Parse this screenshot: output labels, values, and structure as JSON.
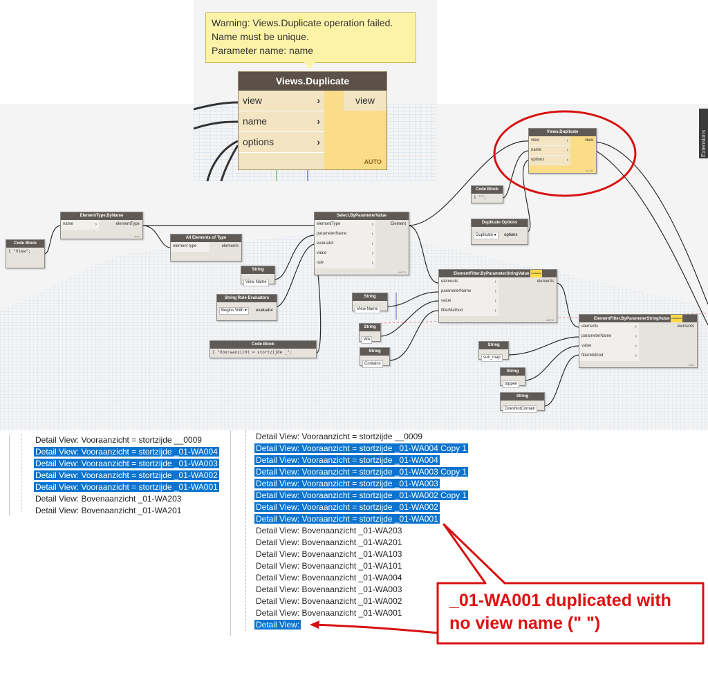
{
  "warning": {
    "lines": [
      "Warning: Views.Duplicate operation failed.",
      "Name must be unique.",
      "Parameter name: name"
    ]
  },
  "zoom_node": {
    "title": "Views.Duplicate",
    "inputs": [
      "view",
      "name",
      "options"
    ],
    "output": "view",
    "lacing": "AUTO"
  },
  "nodes": {
    "cb_view": {
      "title": "Code Block",
      "code": "1 \"View\";"
    },
    "et_byname": {
      "title": "ElementType.ByName",
      "in": "name",
      "out": "elementType",
      "lacing": "auto"
    },
    "all_elems": {
      "title": "All Elements of Type",
      "in": "element type",
      "out": "elements"
    },
    "select_bpv": {
      "title": "Select.ByParameterValue",
      "inputs": [
        "elementType",
        "parameterName",
        "evaluator",
        "value",
        "rule"
      ],
      "out": "Element",
      "lacing": "AUTO"
    },
    "str_viewname1": {
      "title": "String",
      "value": "View Name"
    },
    "rule_eval": {
      "title": "String Rule Evaluators",
      "selected": "Begins With",
      "out": "evaluator"
    },
    "cb_voor": {
      "title": "Code Block",
      "code": "1 \"Vooraanzicht = stortzijde _\";"
    },
    "cb_empty": {
      "title": "Code Block",
      "code": "1 \"\";"
    },
    "dup_opts": {
      "title": "Duplicate Options",
      "selected": "Duplicate",
      "out": "options"
    },
    "small_dup": {
      "title": "Views.Duplicate",
      "inputs": [
        "view",
        "name",
        "options"
      ],
      "out": "view",
      "lacing": "AUTO"
    },
    "ef1": {
      "title": "ElementFilter.ByParameterStringValue",
      "tag": "clockwork",
      "inputs": [
        "elements",
        "parameterName",
        "value",
        "filterMethod"
      ],
      "out": "elements",
      "lacing": "AUTO"
    },
    "ef2": {
      "title": "ElementFilter.ByParameterStringValue",
      "tag": "clockwork",
      "inputs": [
        "elements",
        "parameterName",
        "value",
        "filterMethod"
      ],
      "out": "elements",
      "lacing": "auto"
    },
    "str_viewname2": {
      "title": "String",
      "value": "View Name"
    },
    "str_wa": {
      "title": "String",
      "value": "WA"
    },
    "str_contains": {
      "title": "String",
      "value": "Contains"
    },
    "str_submap": {
      "title": "String",
      "value": "sub_map"
    },
    "str_toppen": {
      "title": "String",
      "value": "toppen"
    },
    "str_dnc": {
      "title": "String",
      "value": "DoesNotContain"
    }
  },
  "sidebar": {
    "extensions_label": "Extensions"
  },
  "tree_left": [
    {
      "text": "Detail View: Vooraanzicht = stortzijde __0009",
      "selected": false
    },
    {
      "text": "Detail View: Vooraanzicht = stortzijde _01-WA004",
      "selected": true
    },
    {
      "text": "Detail View: Vooraanzicht = stortzijde _01-WA003",
      "selected": true
    },
    {
      "text": "Detail View: Vooraanzicht = stortzijde _01-WA002",
      "selected": true
    },
    {
      "text": "Detail View: Vooraanzicht = stortzijde _01-WA001",
      "selected": true
    },
    {
      "text": "Detail View: Bovenaanzicht _01-WA203",
      "selected": false
    },
    {
      "text": "Detail View: Bovenaanzicht _01-WA201",
      "selected": false
    }
  ],
  "tree_right": [
    {
      "text": "Detail View: Vooraanzicht = stortzijde __0009",
      "selected": false
    },
    {
      "text": "Detail View: Vooraanzicht = stortzijde _01-WA004 Copy 1",
      "selected": true
    },
    {
      "text": "Detail View: Vooraanzicht = stortzijde _01-WA004",
      "selected": true
    },
    {
      "text": "Detail View: Vooraanzicht = stortzijde _01-WA003 Copy 1",
      "selected": true
    },
    {
      "text": "Detail View: Vooraanzicht = stortzijde _01-WA003",
      "selected": true
    },
    {
      "text": "Detail View: Vooraanzicht = stortzijde _01-WA002 Copy 1",
      "selected": true
    },
    {
      "text": "Detail View: Vooraanzicht = stortzijde _01-WA002",
      "selected": true
    },
    {
      "text": "Detail View: Vooraanzicht = stortzijde _01-WA001",
      "selected": true
    },
    {
      "text": "Detail View: Bovenaanzicht _01-WA203",
      "selected": false
    },
    {
      "text": "Detail View: Bovenaanzicht _01-WA201",
      "selected": false
    },
    {
      "text": "Detail View: Bovenaanzicht _01-WA103",
      "selected": false
    },
    {
      "text": "Detail View: Bovenaanzicht _01-WA101",
      "selected": false
    },
    {
      "text": "Detail View: Bovenaanzicht _01-WA004",
      "selected": false
    },
    {
      "text": "Detail View: Bovenaanzicht _01-WA003",
      "selected": false
    },
    {
      "text": "Detail View: Bovenaanzicht _01-WA002",
      "selected": false
    },
    {
      "text": "Detail View: Bovenaanzicht _01-WA001",
      "selected": false
    },
    {
      "text": "Detail View:",
      "selected": true
    }
  ],
  "callout": {
    "lines": [
      "_01-WA001 duplicated with",
      "no view name (\" \")"
    ],
    "color": "#e01010"
  },
  "colors": {
    "selection": "#0a74d0",
    "warning_bg": "#fdf3a8",
    "node_header": "#5f5a55"
  }
}
